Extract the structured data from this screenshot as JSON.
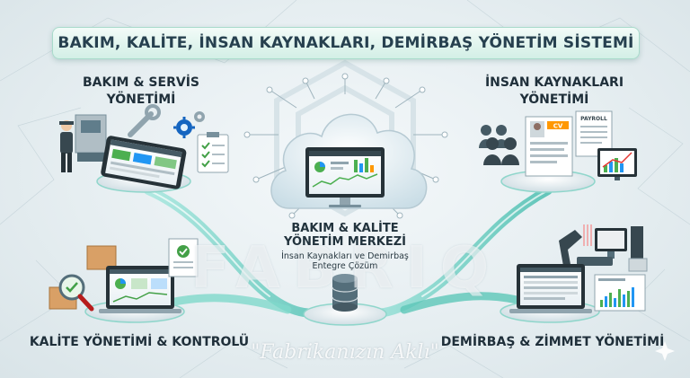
{
  "title": "BAKIM, KALİTE, İNSAN KAYNAKLARI, DEMİRBAŞ YÖNETİM SİSTEMİ",
  "modules": {
    "maintenance": {
      "line1": "BAKIM & SERVİS",
      "line2": "YÖNETİMİ"
    },
    "hr": {
      "line1": "İNSAN KAYNAKLARI",
      "line2": "YÖNETİMİ",
      "cv_label": "CV",
      "payroll_label": "PAYROLL"
    },
    "quality": {
      "label": "KALİTE YÖNETİMİ & KONTROLÜ"
    },
    "assets": {
      "label": "DEMİRBAŞ & ZİMMET YÖNETİMİ"
    }
  },
  "center": {
    "line1": "BAKIM & KALİTE",
    "line2": "YÖNETİM MERKEZİ",
    "sub1": "İnsan Kaynakları ve Demirbaş",
    "sub2": "Entegre Çözüm"
  },
  "brand": {
    "name": "FABRIQ",
    "tagline": "\"Fabrikanızın Aklı\""
  },
  "colors": {
    "accent": "#2fb7a8",
    "title_text": "#26404f",
    "banner_bg": "#d3efe6"
  },
  "icons": [
    "technician-icon",
    "wrench-icon",
    "gear-icon",
    "checklist-icon",
    "tablet-icon",
    "cloud-icon",
    "monitor-icon",
    "database-icon",
    "people-icon",
    "cv-document-icon",
    "payroll-icon",
    "chart-icon",
    "box-icon",
    "magnifier-check-icon",
    "laptop-icon",
    "barcode-scanner-icon",
    "desktop-pc-icon",
    "keyboard-icon",
    "certificate-icon",
    "stacked-boxes-icon"
  ]
}
